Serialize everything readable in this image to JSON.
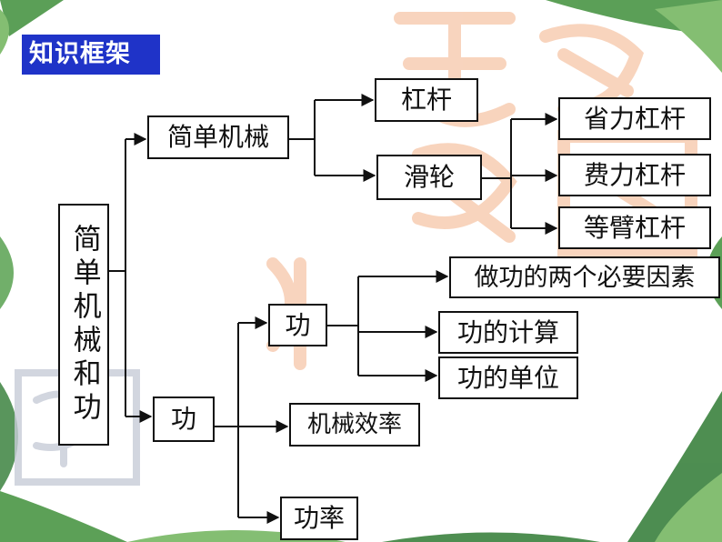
{
  "title": "知识框架",
  "nodes": {
    "root": "简单机械和功",
    "simple_machine": "简单机械",
    "lever": "杠杆",
    "pulley": "滑轮",
    "labor_saving_lever": "省力杠杆",
    "effort_lever": "费力杠杆",
    "equal_arm_lever": "等臂杠杆",
    "work_main": "功",
    "work_sub": "功",
    "work_factors": "做功的两个必要因素",
    "work_calc": "功的计算",
    "work_unit": "功的单位",
    "efficiency": "机械效率",
    "power": "功率"
  },
  "colors": {
    "title_bg": "#1f33c8",
    "title_text": "#ffffff",
    "box_border": "#111111",
    "connector": "#111111",
    "watermark": "#f6c6a8",
    "leaf_green": "#3f8f3a"
  }
}
